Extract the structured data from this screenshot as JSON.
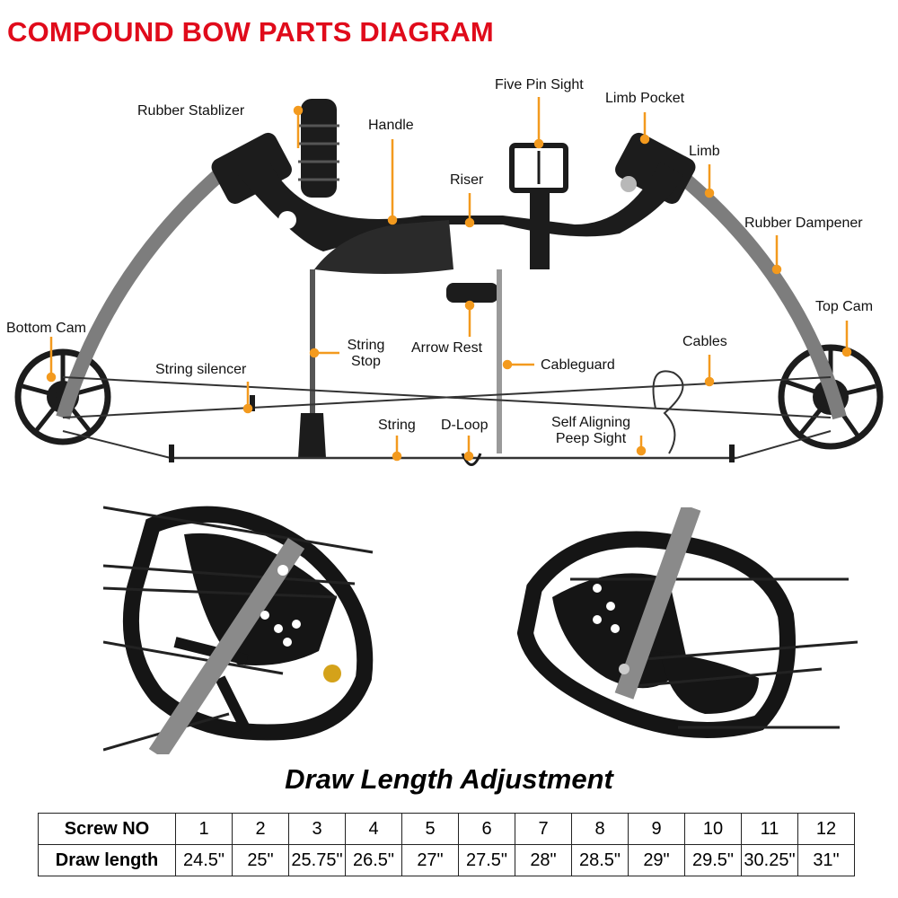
{
  "title": "COMPOUND BOW PARTS DIAGRAM",
  "labels": {
    "rubber_stabilizer": "Rubber Stablizer",
    "handle": "Handle",
    "five_pin_sight": "Five Pin Sight",
    "limb_pocket": "Limb Pocket",
    "limb": "Limb",
    "riser": "Riser",
    "rubber_dampener": "Rubber Dampener",
    "top_cam": "Top Cam",
    "bottom_cam": "Bottom Cam",
    "string_stop_1": "String",
    "string_stop_2": "Stop",
    "arrow_rest": "Arrow Rest",
    "cables": "Cables",
    "string_silencer": "String silencer",
    "cableguard": "Cableguard",
    "string": "String",
    "d_loop": "D-Loop",
    "peep_sight_1": "Self Aligning",
    "peep_sight_2": "Peep Sight"
  },
  "colors": {
    "title": "#e00b1b",
    "marker": "#f39a1e",
    "bow": "#1c1c1c",
    "limb": "#7d7d7d"
  },
  "subtitle": "Draw Length Adjustment",
  "table": {
    "screw_label": "Screw NO",
    "draw_label": "Draw length",
    "screw": [
      "1",
      "2",
      "3",
      "4",
      "5",
      "6",
      "7",
      "8",
      "9",
      "10",
      "11",
      "12"
    ],
    "draw": [
      "24.5\"",
      "25\"",
      "25.75\"",
      "26.5\"",
      "27\"",
      "27.5\"",
      "28\"",
      "28.5\"",
      "29\"",
      "29.5\"",
      "30.25\"",
      "31\""
    ]
  }
}
